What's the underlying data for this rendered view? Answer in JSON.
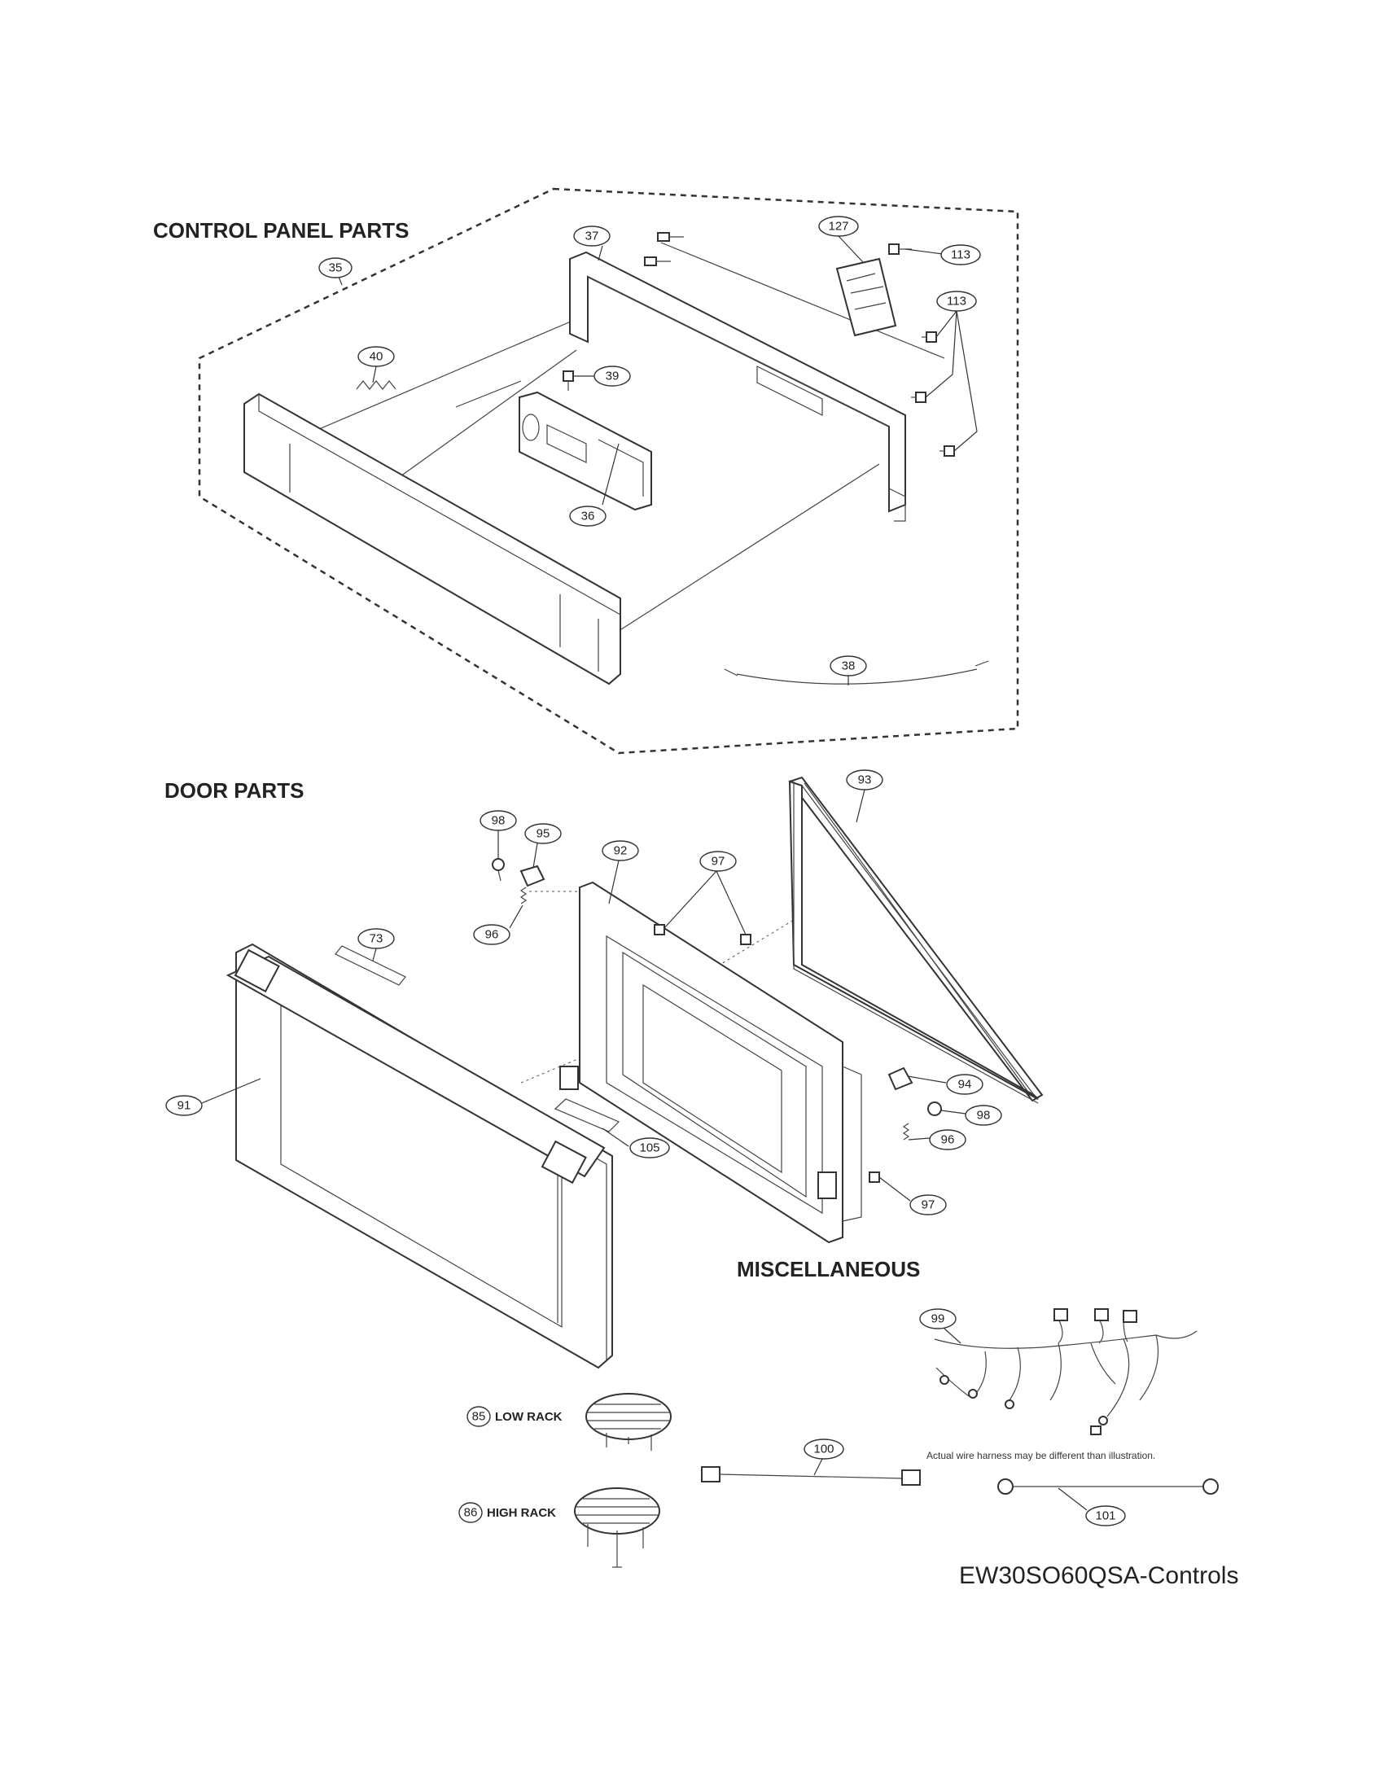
{
  "sections": {
    "control_panel": "CONTROL PANEL PARTS",
    "door": "DOOR PARTS",
    "misc": "MISCELLANEOUS"
  },
  "racks": {
    "low": {
      "number": "85",
      "label": "LOW RACK"
    },
    "high": {
      "number": "86",
      "label": "HIGH RACK"
    }
  },
  "callouts": {
    "c35": "35",
    "c36": "36",
    "c37": "37",
    "c38": "38",
    "c39": "39",
    "c40": "40",
    "c113a": "113",
    "c113b": "113",
    "c127": "127",
    "c73": "73",
    "c91": "91",
    "c92": "92",
    "c93": "93",
    "c94": "94",
    "c95": "95",
    "c96a": "96",
    "c96b": "96",
    "c97a": "97",
    "c97b": "97",
    "c98a": "98",
    "c98b": "98",
    "c105": "105",
    "c99": "99",
    "c100": "100",
    "c101": "101"
  },
  "harness_note": "Actual wire harness may be different than illustration.",
  "model": "EW30SO60QSA-Controls"
}
